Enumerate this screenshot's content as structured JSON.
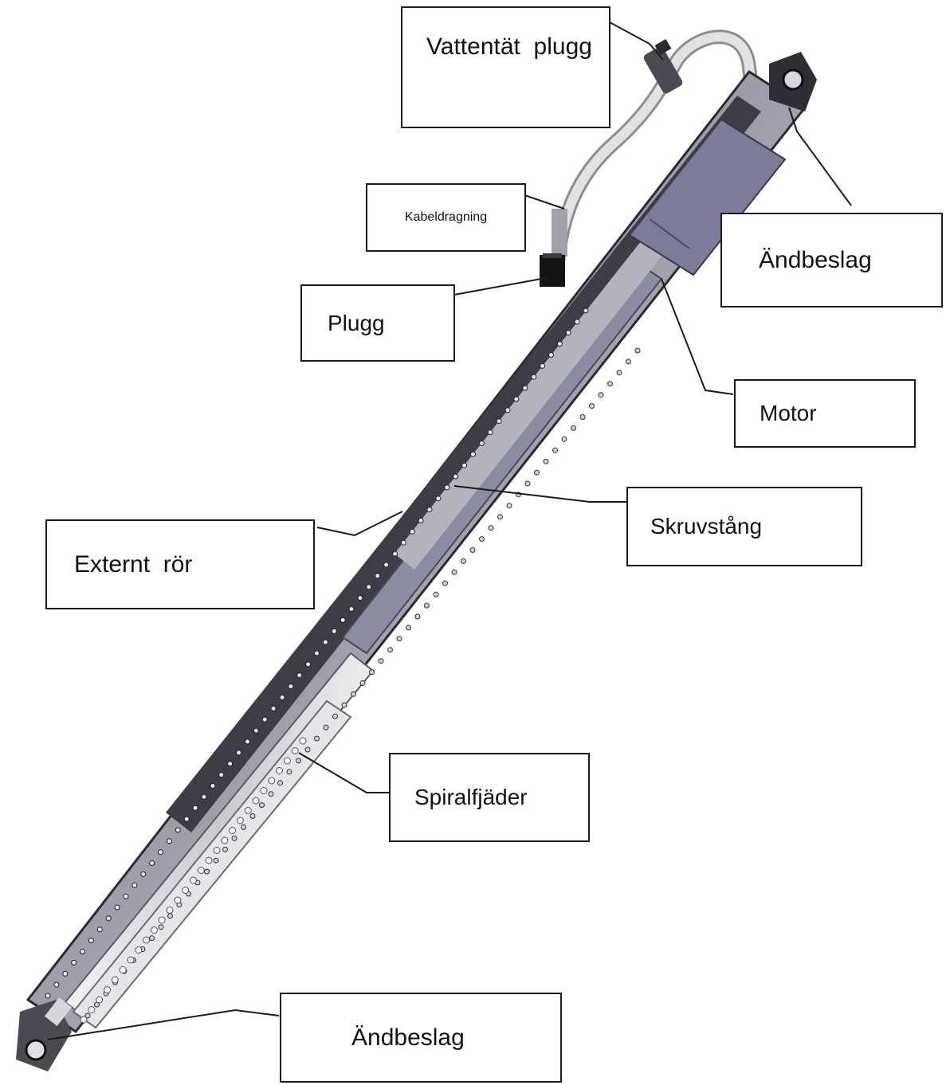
{
  "callouts": {
    "waterproof_plug": "Vattentät  plugg",
    "cabling": "Kabeldragning",
    "plug": "Plugg",
    "end_fitting_top": "Ändbeslag",
    "motor": "Motor",
    "screw_rod": "Skruvstång",
    "external_tube": "Externt  rör",
    "spiral_spring": "Spiralfjäder",
    "end_fitting_bottom": "Ändbeslag"
  },
  "colors": {
    "tube_outer": "#b9b9c0",
    "tube_dark": "#4a4a55",
    "motor_housing": "#7c7c9a",
    "rod_silver": "#dcdce2",
    "cable": "#d9d9d9",
    "line": "#1a1a1a"
  }
}
